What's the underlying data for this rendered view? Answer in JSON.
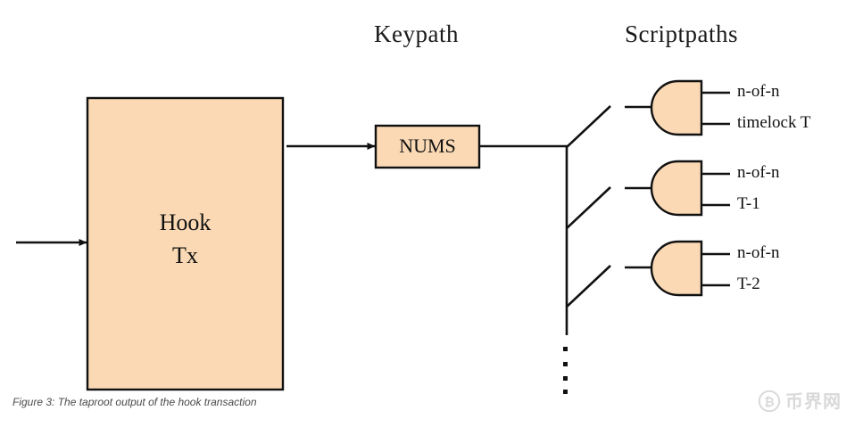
{
  "figure": {
    "caption": "Figure 3: The taproot output of the hook transaction",
    "headings": {
      "keypath": "Keypath",
      "scriptpaths": "Scriptpaths"
    },
    "colors": {
      "box_fill": "#fad9b4",
      "stroke": "#000000",
      "text": "#111111",
      "caption_text": "#4a4a4a",
      "watermark": "#d9d9d9",
      "background": "#ffffff"
    }
  },
  "nodes": {
    "hook_tx": {
      "line1": "Hook",
      "line2": "Tx"
    },
    "nums": {
      "label": "NUMS"
    }
  },
  "scriptpaths": [
    {
      "gate": "and-gate",
      "inputs": [
        "n-of-n",
        "timelock T"
      ]
    },
    {
      "gate": "and-gate",
      "inputs": [
        "n-of-n",
        "T-1"
      ]
    },
    {
      "gate": "and-gate",
      "inputs": [
        "n-of-n",
        "T-2"
      ]
    }
  ],
  "continuation": {
    "symbol": "vertical-ellipsis",
    "dot_count": 4
  },
  "watermark": {
    "text": "币界网",
    "icon": "bitcoin-circle-icon"
  }
}
